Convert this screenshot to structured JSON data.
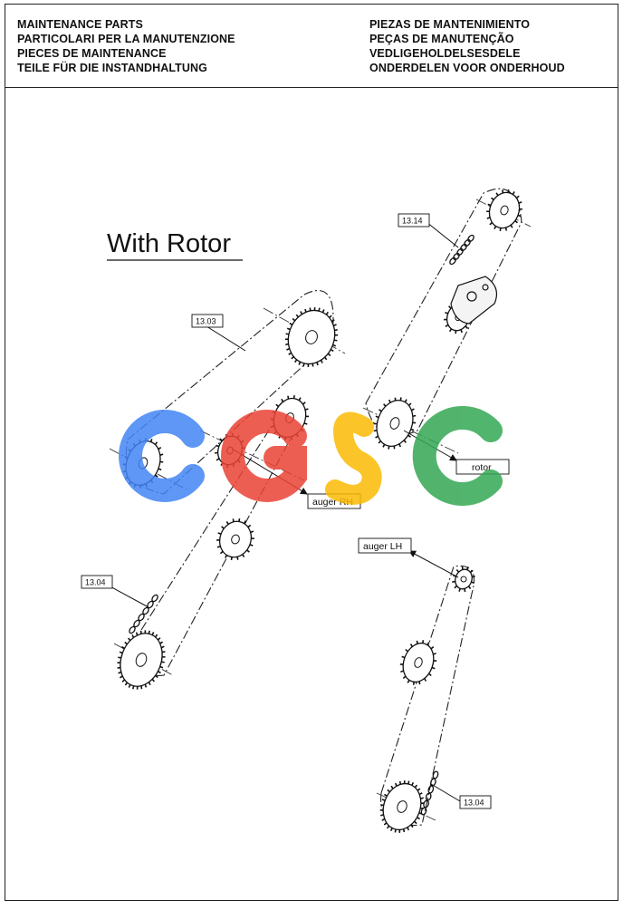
{
  "header": {
    "left_lines": [
      "MAINTENANCE PARTS",
      "PARTICOLARI PER LA MANUTENZIONE",
      "PIECES DE MAINTENANCE",
      "TEILE FÜR DIE INSTANDHALTUNG"
    ],
    "right_lines": [
      "PIEZAS DE MANTENIMIENTO",
      "PEÇAS DE MANUTENÇÃO",
      "VEDLIGEHOLDELSESDELE",
      "ONDERDELEN VOOR ONDERHOUD"
    ]
  },
  "drawing": {
    "title": "With Rotor",
    "refs": {
      "chain_upper": "13.03",
      "chain_top_right": "13.14",
      "chain_lower_left": "13.04",
      "chain_lower_right": "13.04"
    },
    "callouts": {
      "auger_rh": "auger RH",
      "rotor": "rotor",
      "auger_lh": "auger LH"
    }
  },
  "watermark": {
    "letters": [
      "C",
      "G",
      "S",
      "C"
    ],
    "colors": [
      "#4285F4",
      "#EA4335",
      "#FBBC05",
      "#34A853"
    ]
  }
}
